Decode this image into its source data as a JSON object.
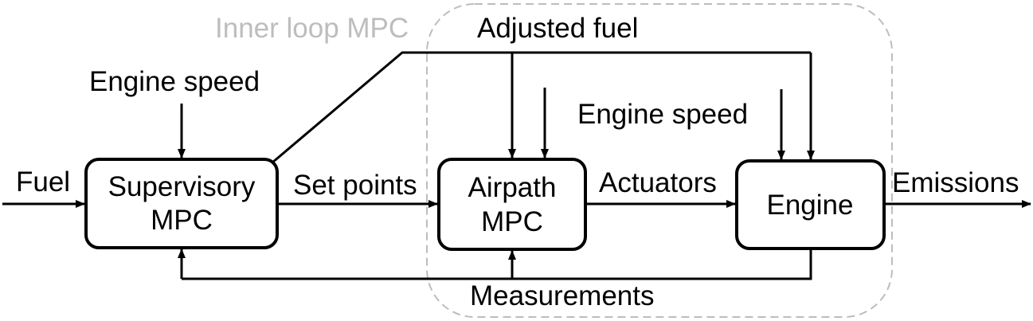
{
  "colors": {
    "stroke": "#000000",
    "group_border": "#bdbdbd",
    "group_label": "#bdbdbd",
    "background": "#ffffff"
  },
  "group": {
    "label": "Inner loop MPC"
  },
  "blocks": {
    "supervisory": {
      "line1": "Supervisory",
      "line2": "MPC"
    },
    "airpath": {
      "line1": "Airpath",
      "line2": "MPC"
    },
    "engine": {
      "label": "Engine"
    }
  },
  "signals": {
    "fuel": "Fuel",
    "engine_speed_supervisory": "Engine speed",
    "set_points": "Set points",
    "adjusted_fuel": "Adjusted fuel",
    "engine_speed_engine": "Engine speed",
    "actuators": "Actuators",
    "emissions": "Emissions",
    "measurements": "Measurements"
  }
}
